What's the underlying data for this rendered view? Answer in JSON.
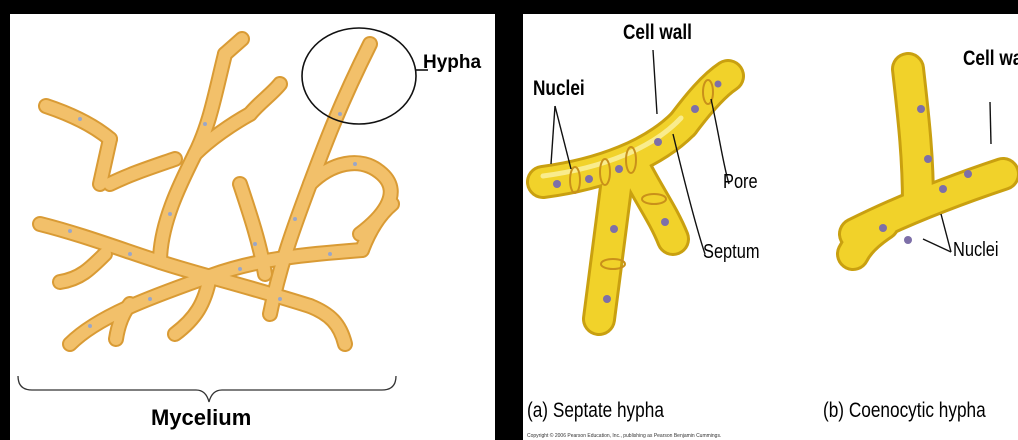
{
  "left_panel": {
    "hypha_label": "Hypha",
    "mycelium_label": "Mycelium"
  },
  "right_panel": {
    "septate": {
      "cell_wall_label": "Cell wall",
      "nuclei_label": "Nuclei",
      "pore_label": "Pore",
      "septum_label": "Septum",
      "caption": "(a) Septate hypha"
    },
    "coenocytic": {
      "cell_wall_label": "Cell wa",
      "nuclei_label": "Nuclei",
      "caption": "(b) Coenocytic hypha"
    },
    "copyright": "Copyright © 2006 Pearson Education, Inc., publishing as Pearson Benjamin Cummings."
  },
  "colors": {
    "background": "#000000",
    "panel": "#ffffff",
    "mycelium_fill": "#f2c06a",
    "mycelium_edge": "#d99b35",
    "hypha_fill": "#f1d22a",
    "hypha_edge": "#c9a010",
    "nucleus": "#7d6fa8"
  }
}
